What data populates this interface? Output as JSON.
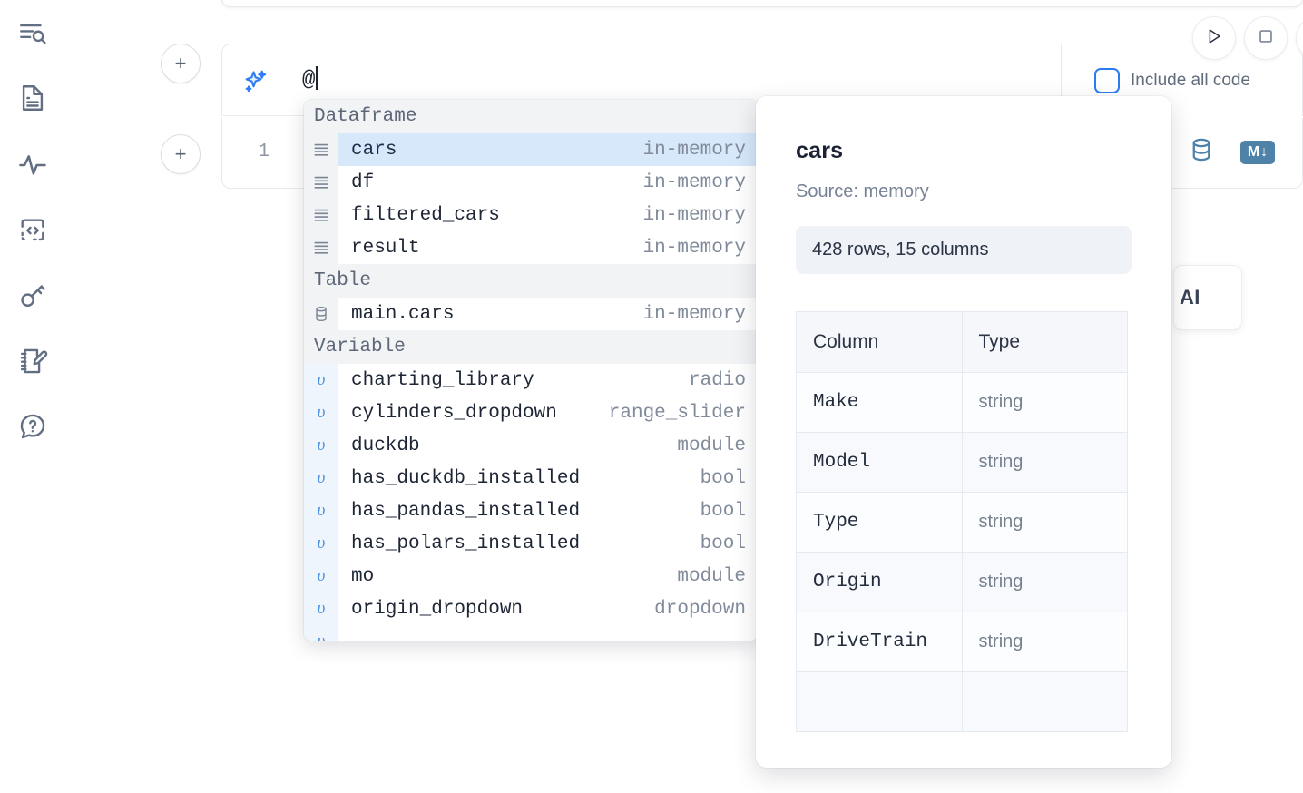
{
  "sidebar": {
    "items": [
      {
        "name": "file-explorer-search-icon",
        "label": "Explore files"
      },
      {
        "name": "document-icon",
        "label": "Notebook"
      },
      {
        "name": "activity-icon",
        "label": "Variables"
      },
      {
        "name": "code-brackets-icon",
        "label": "Snippets"
      },
      {
        "name": "key-icon",
        "label": "Secrets"
      },
      {
        "name": "notebook-edit-icon",
        "label": "Scratchpad"
      },
      {
        "name": "help-chat-icon",
        "label": "Help"
      }
    ]
  },
  "toolbar": {
    "run_label": "Run",
    "stop_label": "Stop",
    "include_all_code_label": "Include all code",
    "include_all_code_checked": false
  },
  "prompt": {
    "icon": "sparkle-icon",
    "value": "@"
  },
  "cell": {
    "line_number": "1",
    "database_icon": "database-icon",
    "markdown_badge": "M",
    "markdown_arrow": "↓"
  },
  "floating_button": {
    "label": "AI"
  },
  "autocomplete": {
    "sections": [
      {
        "title": "Dataframe",
        "icon": "dataframe-icon",
        "kind": "dataframe",
        "items": [
          {
            "name": "cars",
            "type": "in-memory",
            "selected": true
          },
          {
            "name": "df",
            "type": "in-memory",
            "selected": false
          },
          {
            "name": "filtered_cars",
            "type": "in-memory",
            "selected": false
          },
          {
            "name": "result",
            "type": "in-memory",
            "selected": false
          }
        ]
      },
      {
        "title": "Table",
        "icon": "table-icon",
        "kind": "table",
        "items": [
          {
            "name": "main.cars",
            "type": "in-memory",
            "selected": false
          }
        ]
      },
      {
        "title": "Variable",
        "icon": "variable-icon",
        "kind": "variable",
        "items": [
          {
            "name": "charting_library",
            "type": "radio",
            "selected": false
          },
          {
            "name": "cylinders_dropdown",
            "type": "range_slider",
            "selected": false
          },
          {
            "name": "duckdb",
            "type": "module",
            "selected": false
          },
          {
            "name": "has_duckdb_installed",
            "type": "bool",
            "selected": false
          },
          {
            "name": "has_pandas_installed",
            "type": "bool",
            "selected": false
          },
          {
            "name": "has_polars_installed",
            "type": "bool",
            "selected": false
          },
          {
            "name": "mo",
            "type": "module",
            "selected": false
          },
          {
            "name": "origin_dropdown",
            "type": "dropdown",
            "selected": false
          },
          {
            "name": "",
            "type": "",
            "selected": false
          }
        ]
      }
    ],
    "variable_glyph": "υ"
  },
  "doc_panel": {
    "title": "cars",
    "source": "Source: memory",
    "shape": "428 rows, 15 columns",
    "columns_header": "Column",
    "type_header": "Type",
    "rows": [
      {
        "column": "Make",
        "type": "string"
      },
      {
        "column": "Model",
        "type": "string"
      },
      {
        "column": "Type",
        "type": "string"
      },
      {
        "column": "Origin",
        "type": "string"
      },
      {
        "column": "DriveTrain",
        "type": "string"
      },
      {
        "column": "",
        "type": ""
      }
    ]
  },
  "colors": {
    "accent_blue": "#2a7df0",
    "selected_row": "#d7e8fb",
    "section_bg": "#f1f3f5",
    "badge_blue": "#4e82a8",
    "muted_text": "#818b9b"
  }
}
